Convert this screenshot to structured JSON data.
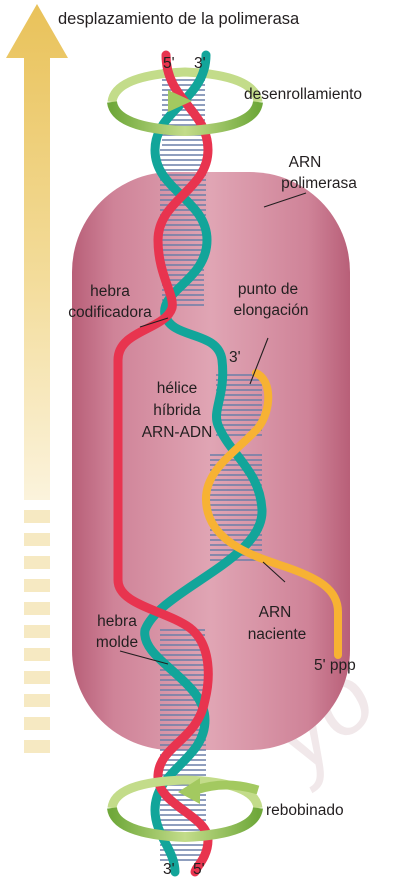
{
  "labels": {
    "polymerase_direction": "desplazamiento de la polimerasa",
    "top_five_prime": "5'",
    "top_three_prime": "3'",
    "unwinding": "desenrollamiento",
    "rna_polymerase_line1": "ARN",
    "rna_polymerase_line2": "polimerasa",
    "coding_strand_line1": "hebra",
    "coding_strand_line2": "codificadora",
    "elongation_point_line1": "punto de",
    "elongation_point_line2": "elongación",
    "rna_three_prime": "3'",
    "hybrid_helix_line1": "hélice",
    "hybrid_helix_line2": "híbrida",
    "hybrid_helix_line3": "ARN-ADN",
    "template_strand_line1": "hebra",
    "template_strand_line2": "molde",
    "nascent_rna_line1": "ARN",
    "nascent_rna_line2": "naciente",
    "rna_five_prime_triphosphate": "5' ppp",
    "rewinding": "rebobinado",
    "bottom_three_prime": "3'",
    "bottom_five_prime": "5'"
  },
  "colors": {
    "coding_strand": "#e8344f",
    "template_strand": "#12a59a",
    "rna_strand": "#f7b233",
    "polymerase": "#d98ea0",
    "rotation_arrow": "#a3c960",
    "direction_arrow": "#f2d98a",
    "base_pairs": "#6a7fa8"
  },
  "icons": {
    "direction_arrow": "up-arrow-icon",
    "unwinding_arrow": "rotation-arrow-icon",
    "rewinding_arrow": "rotation-arrow-icon"
  }
}
